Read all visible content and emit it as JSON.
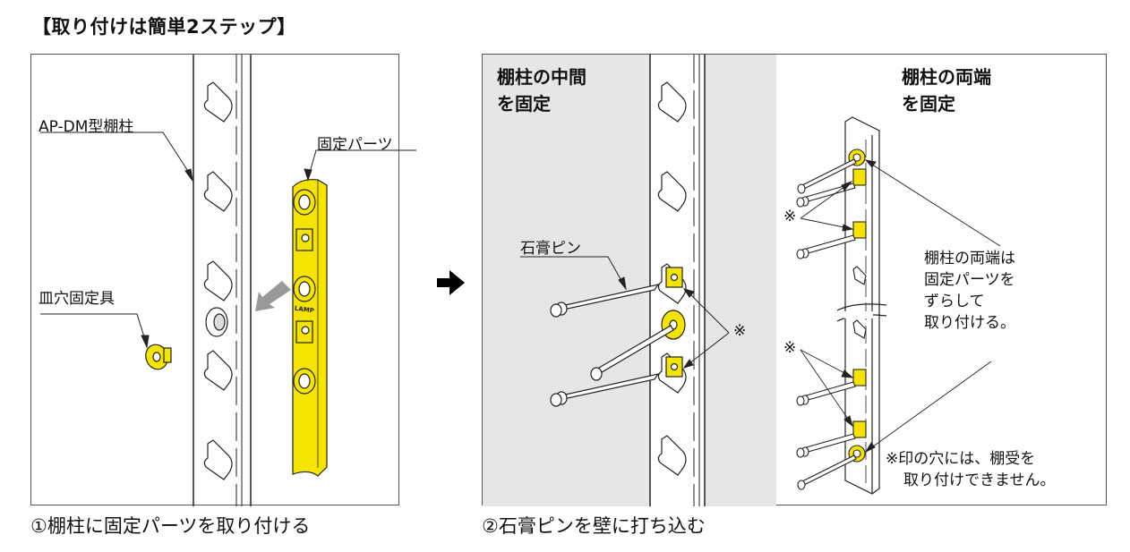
{
  "title": "【取り付けは簡単2ステップ】",
  "step1": {
    "caption": "①棚柱に固定パーツを取り付ける",
    "labels": {
      "post": "AP-DM型棚柱",
      "fixing_part": "固定パーツ",
      "countersink_fixture": "皿穴固定具"
    },
    "fixing_part_logo": "LAMP"
  },
  "step2": {
    "caption": "②石膏ピンを壁に打ち込む",
    "middle": {
      "heading_line1": "棚柱の中間",
      "heading_line2": "を固定",
      "pin_label": "石膏ピン",
      "mark": "※"
    },
    "ends": {
      "heading_line1": "棚柱の両端",
      "heading_line2": "を固定",
      "mark_top": "※",
      "mark_bottom": "※",
      "explanation": [
        "棚柱の両端は",
        "固定パーツを",
        "ずらして",
        "取り付ける。"
      ],
      "footnote": [
        "※印の穴には、棚受を",
        "取り付けできません。"
      ]
    }
  },
  "colors": {
    "part_yellow": "#f5e400",
    "wall_gray": "#e6e6e6",
    "arrow_gray": "#999999",
    "line": "#222222"
  }
}
